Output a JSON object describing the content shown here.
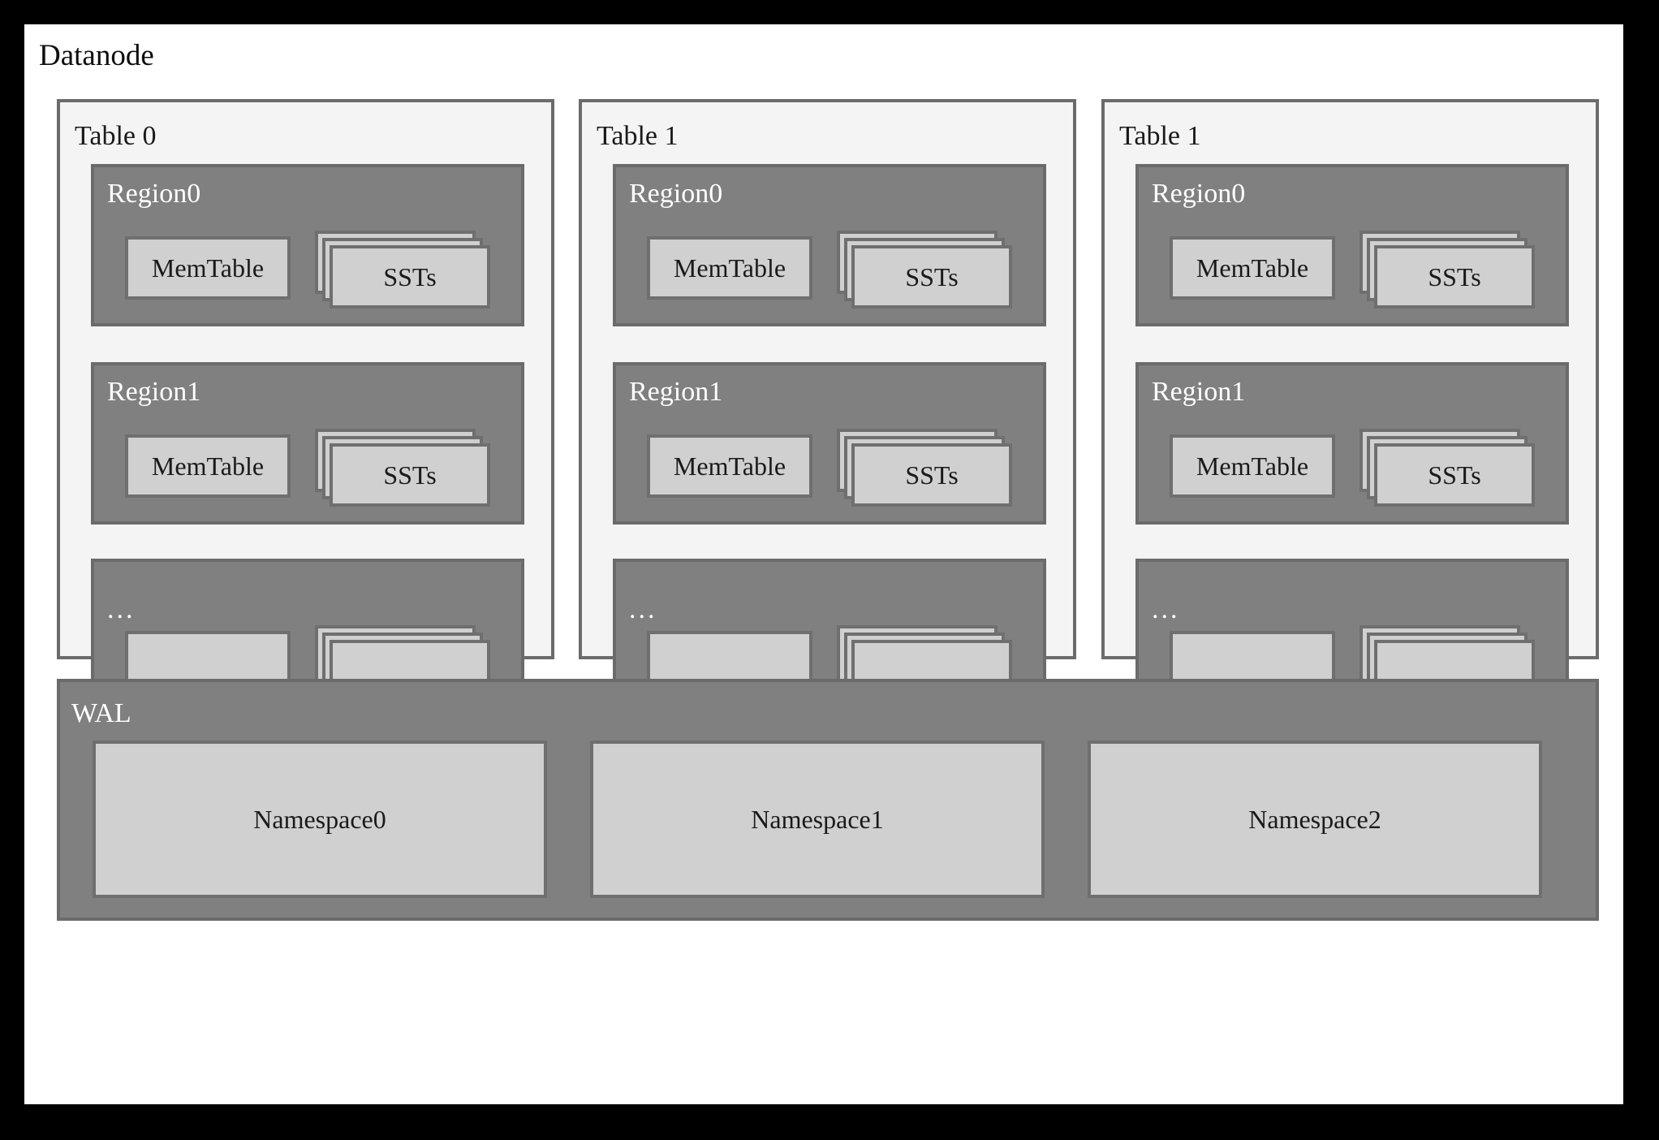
{
  "diagram": {
    "title": "Datanode",
    "tables": [
      {
        "label": "Table 0",
        "regions": [
          {
            "label": "Region0",
            "memtable_label": "MemTable",
            "sst_label": "SSTs"
          },
          {
            "label": "Region1",
            "memtable_label": "MemTable",
            "sst_label": "SSTs"
          },
          {
            "label": "...",
            "memtable_label": "",
            "sst_label": ""
          }
        ]
      },
      {
        "label": "Table 1",
        "regions": [
          {
            "label": "Region0",
            "memtable_label": "MemTable",
            "sst_label": "SSTs"
          },
          {
            "label": "Region1",
            "memtable_label": "MemTable",
            "sst_label": "SSTs"
          },
          {
            "label": "...",
            "memtable_label": "",
            "sst_label": ""
          }
        ]
      },
      {
        "label": "Table 1",
        "regions": [
          {
            "label": "Region0",
            "memtable_label": "MemTable",
            "sst_label": "SSTs"
          },
          {
            "label": "Region1",
            "memtable_label": "MemTable",
            "sst_label": "SSTs"
          },
          {
            "label": "...",
            "memtable_label": "",
            "sst_label": ""
          }
        ]
      }
    ],
    "wal": {
      "label": "WAL",
      "namespaces": [
        "Namespace0",
        "Namespace1",
        "Namespace2"
      ]
    },
    "colors": {
      "frame": "#000000",
      "canvas": "#ffffff",
      "table_panel_fill": "#f4f4f4",
      "region_fill": "#808080",
      "box_fill": "#d0d0d0",
      "border": "#6b6b6b",
      "text_dark": "#1a1a1a",
      "text_light": "#ffffff"
    }
  }
}
